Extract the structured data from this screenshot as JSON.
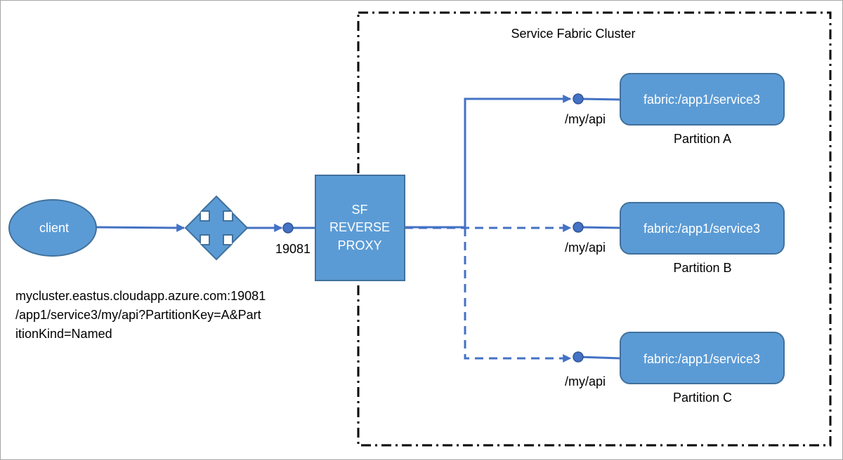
{
  "diagram": {
    "cluster_label": "Service Fabric Cluster",
    "client_label": "client",
    "port_label": "19081",
    "proxy_lines": [
      "SF",
      "REVERSE",
      "PROXY"
    ],
    "url_lines": [
      "mycluster.eastus.cloudapp.azure.com:19081",
      "/app1/service3/my/api?PartitionKey=A&Part",
      "itionKind=Named"
    ],
    "services": [
      {
        "name": "fabric:/app1/service3",
        "endpoint": "/my/api",
        "partition": "Partition A",
        "route": "solid"
      },
      {
        "name": "fabric:/app1/service3",
        "endpoint": "/my/api",
        "partition": "Partition B",
        "route": "dashed"
      },
      {
        "name": "fabric:/app1/service3",
        "endpoint": "/my/api",
        "partition": "Partition C",
        "route": "dashed"
      }
    ],
    "colors": {
      "node_fill": "#5b9bd5",
      "node_stroke": "#41719c",
      "connector": "#4472c4",
      "cluster_border": "#000000",
      "frame": "#a6a6a6"
    }
  }
}
